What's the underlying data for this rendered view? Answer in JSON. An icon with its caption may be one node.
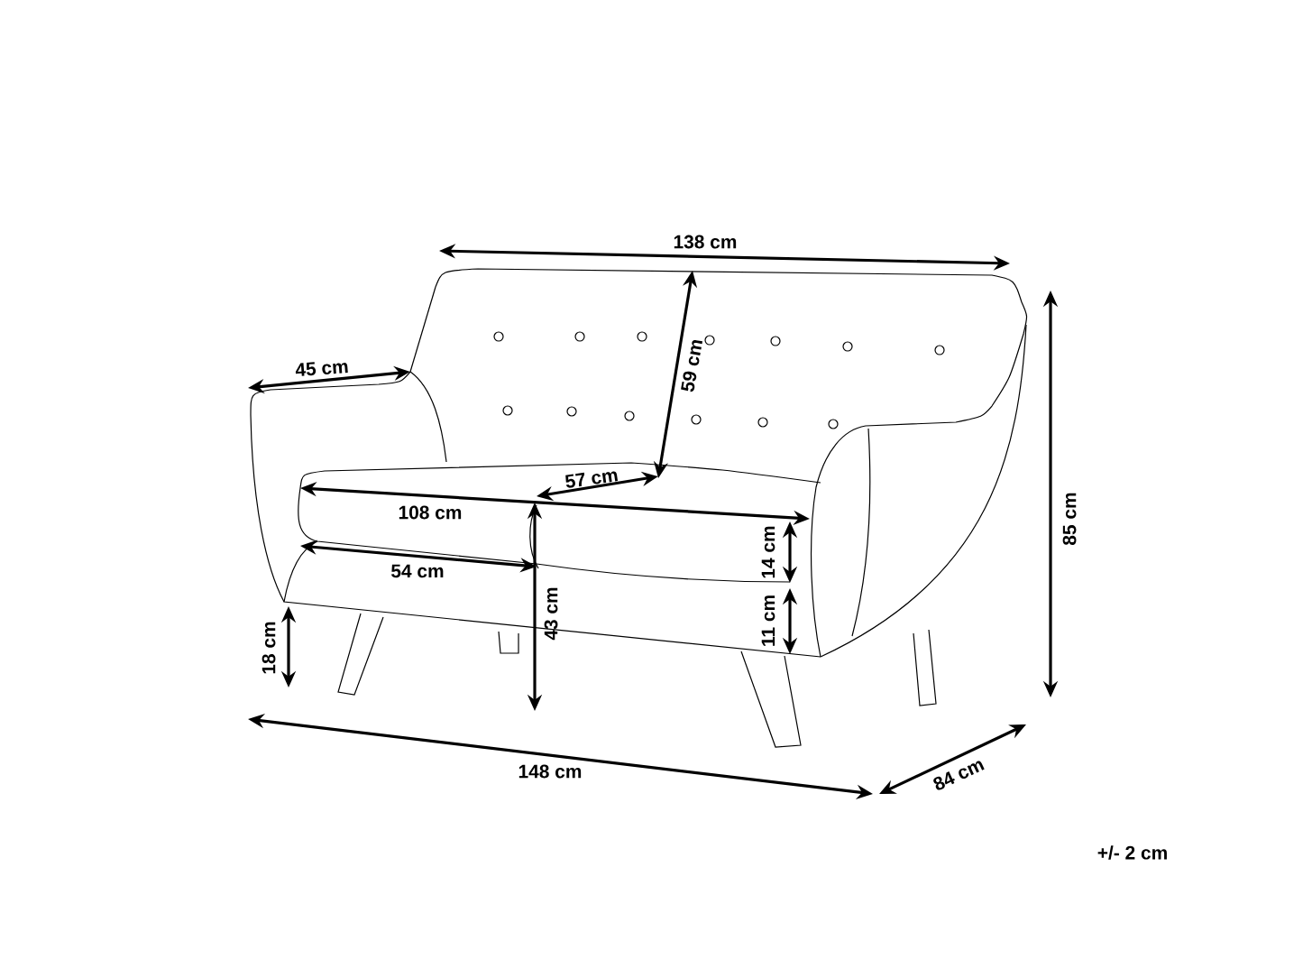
{
  "diagram": {
    "labels": [
      "138 cm",
      "45 cm",
      "59 cm",
      "57 cm",
      "108 cm",
      "85 cm",
      "14 cm",
      "54 cm",
      "43 cm",
      "11 cm",
      "18 cm",
      "148 cm",
      "84 cm",
      "+/- 2 cm"
    ]
  }
}
